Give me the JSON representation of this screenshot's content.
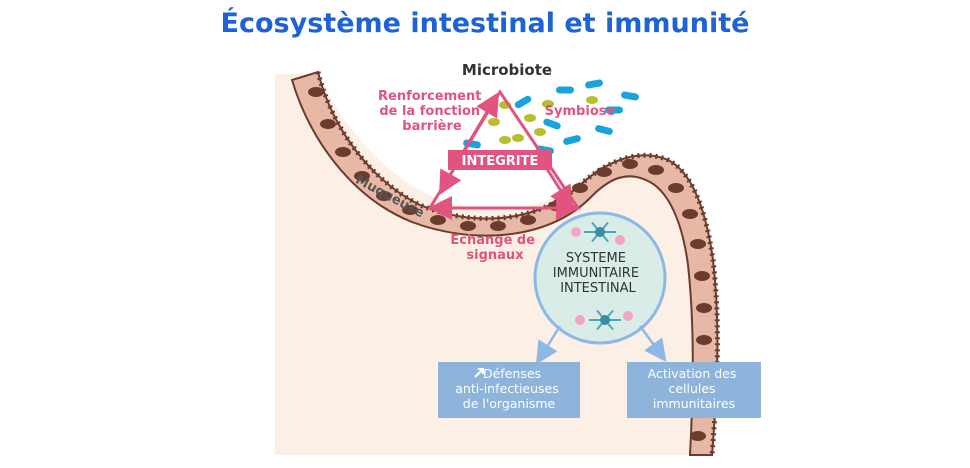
{
  "title": "Écosystème intestinal et immunité",
  "labels": {
    "microbiote": "Microbiote",
    "renforcement": [
      "Renforcement",
      "de la fonction",
      "barrière"
    ],
    "symbiose": "Symbiose",
    "integrite": "INTEGRITE",
    "muqueuse": "Muqueuse",
    "echange": [
      "Echange de",
      "signaux"
    ],
    "systeme": [
      "SYSTEME",
      "IMMUNITAIRE",
      "INTESTINAL"
    ]
  },
  "boxes": {
    "defenses": [
      "Défenses",
      "anti-infectieuses",
      "de l'organisme"
    ],
    "activation": [
      "Activation des",
      "cellules",
      "immunitaires"
    ]
  },
  "icons": {
    "defenses_arrow": "up-right-arrow-icon"
  },
  "colors": {
    "title": "#1e63d6",
    "accent": "#e0547f",
    "tissue": "#e8b8a6",
    "tissue_stroke": "#6b3b2e",
    "background": "#fcefe6",
    "bacteria_blue": "#1aa3d8",
    "bacteria_green": "#b9bf2c",
    "circle_fill": "#d9ece8",
    "circle_stroke": "#8db8e6",
    "box_fill": "#8eb4dc"
  }
}
